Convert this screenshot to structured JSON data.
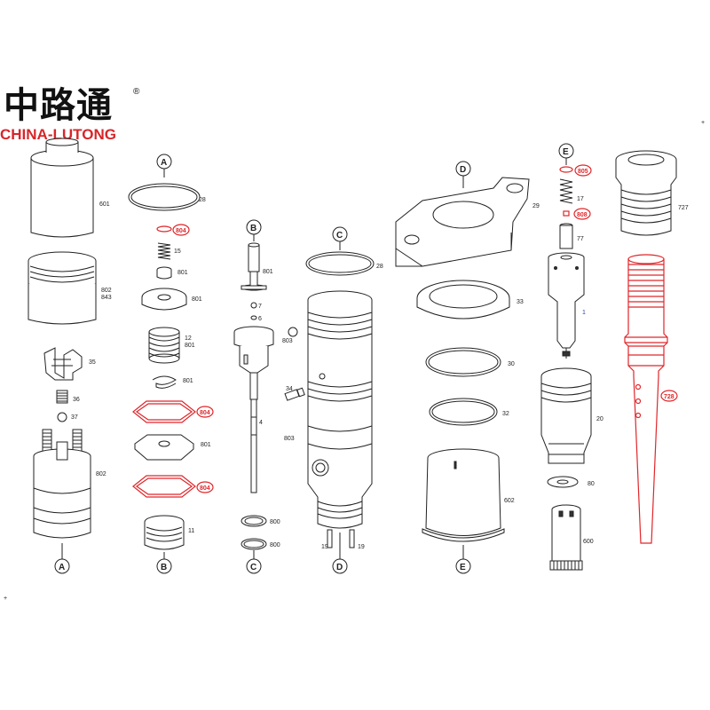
{
  "logo": {
    "chinese": "中路通",
    "registered": "®",
    "english": "CHINA-LUTONG"
  },
  "section_markers": {
    "a_top": "A",
    "a_bottom": "A",
    "b_top": "B",
    "b_bottom": "B",
    "c_top": "C",
    "c_bottom": "C",
    "d_top": "D",
    "d_bottom": "D",
    "e_top": "E",
    "e_bottom": "E"
  },
  "part_labels": {
    "p601": "601",
    "p802a": "802",
    "p843": "843",
    "p35": "35",
    "p36": "36",
    "p37": "37",
    "p802b": "802",
    "p28a": "28",
    "p804a": "804",
    "p15": "15",
    "p801a": "801",
    "p801b": "801",
    "p12": "12",
    "p801c": "801",
    "p801d": "801",
    "p804b": "804",
    "p801e": "801",
    "p804c": "804",
    "p11": "11",
    "p801f": "801",
    "p7": "7",
    "p6": "6",
    "p4": "4",
    "p800a": "800",
    "p800b": "800",
    "p28b": "28",
    "p803a": "803",
    "p34": "34",
    "p803b": "803",
    "p19a": "19",
    "p19b": "19",
    "p29": "29",
    "p33": "33",
    "p30": "30",
    "p32": "32",
    "p602": "602",
    "p805": "805",
    "p17": "17",
    "p808": "808",
    "p77": "77",
    "p1": "1",
    "p20": "20",
    "p80": "80",
    "p600": "600",
    "p727": "727",
    "p728": "728"
  },
  "colors": {
    "line": "#222222",
    "highlight": "#e0262a",
    "brand_red": "#d7262a",
    "label_blue": "#2a3fb0"
  }
}
